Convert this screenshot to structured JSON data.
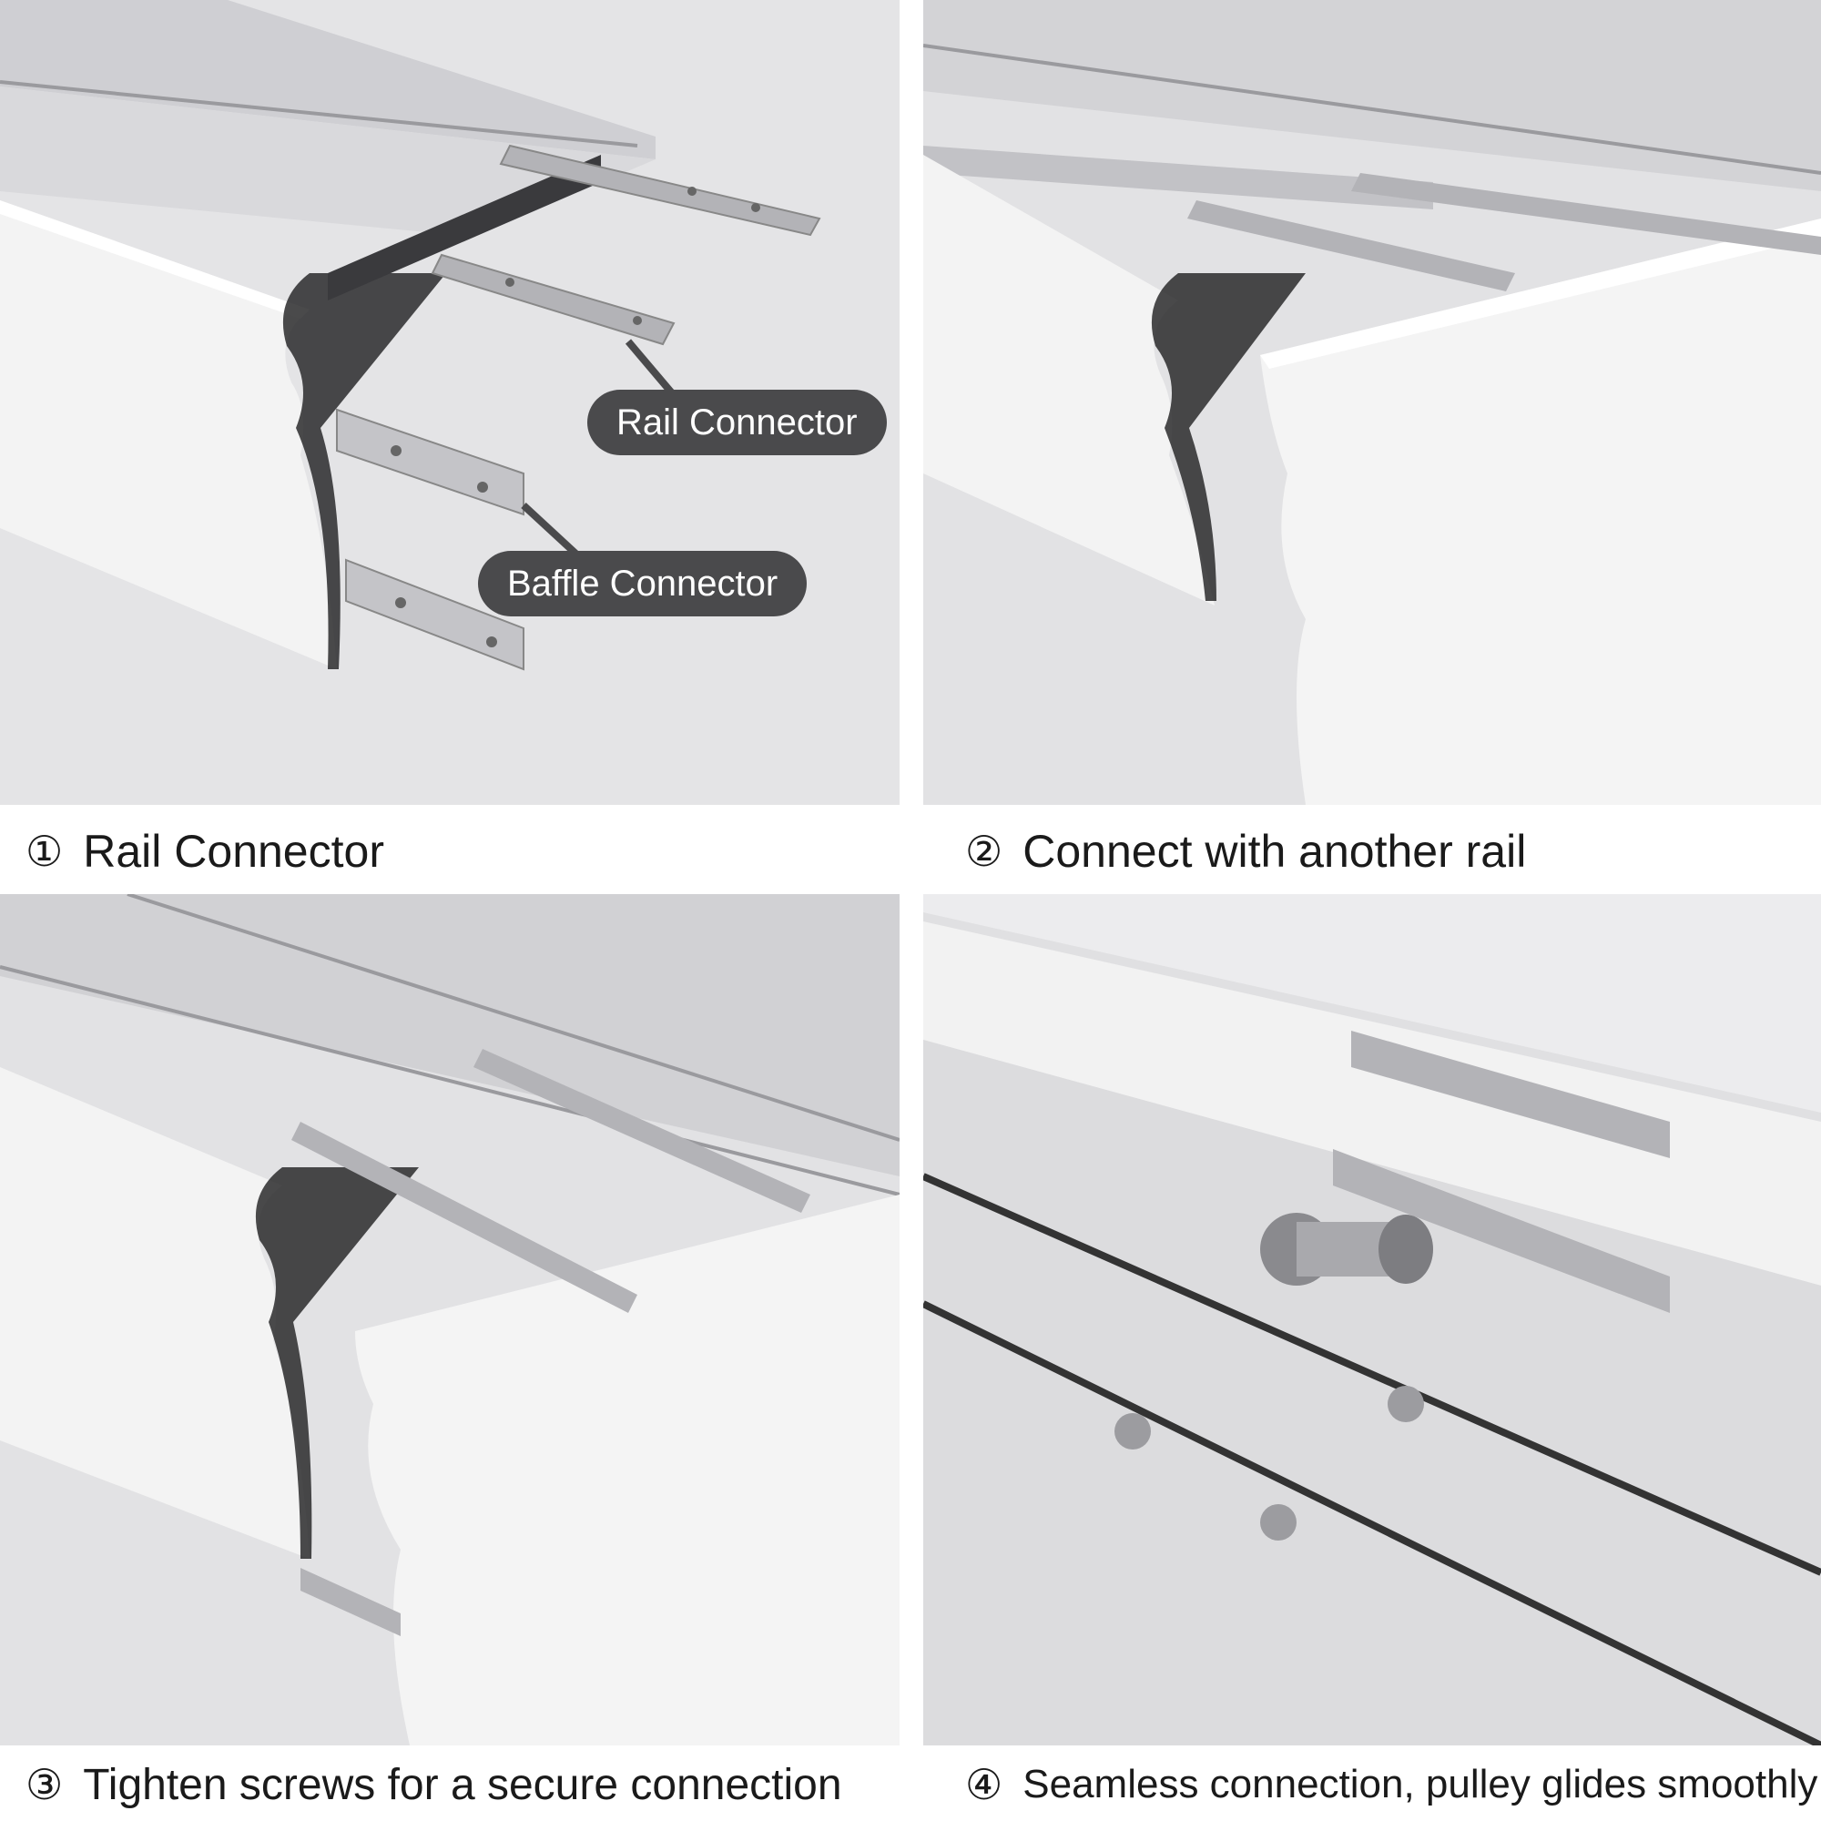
{
  "steps": [
    {
      "number": "①",
      "caption": "Rail Connector"
    },
    {
      "number": "②",
      "caption": "Connect with another rail"
    },
    {
      "number": "③",
      "caption": "Tighten screws for a secure connection"
    },
    {
      "number": "④",
      "caption": "Seamless connection, pulley glides smoothly"
    }
  ],
  "callouts": {
    "rail_connector": "Rail Connector",
    "baffle_connector": "Baffle Connector"
  },
  "colors": {
    "background": "#e6e6e8",
    "rail_white": "#f4f4f4",
    "aluminum": "#c9c9cc",
    "steel_plate": "#b3b3b7",
    "callout_bg": "#4a4a4c",
    "profile_dark": "#2a2a2c"
  }
}
